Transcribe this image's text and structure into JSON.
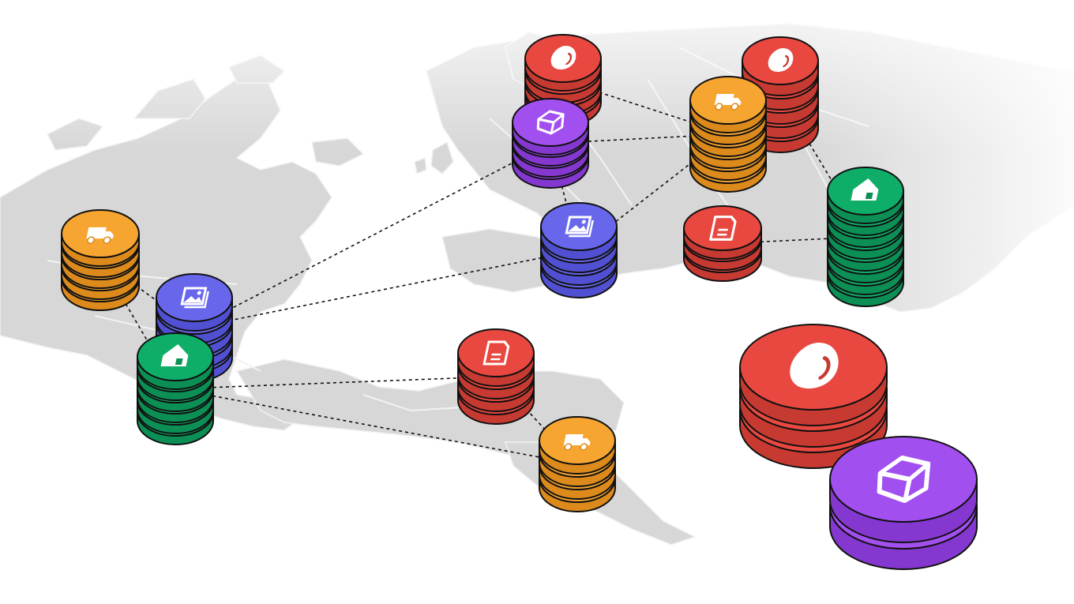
{
  "palette": {
    "background": "#ffffff",
    "land": "#d7d7d7",
    "land_border": "#f2f2f2",
    "outline": "#111111",
    "icon": "#ffffff",
    "link": "#111111"
  },
  "coin_types": {
    "drop": {
      "icon": "drop-icon",
      "color": "#e8483f",
      "shade": "#c73a32"
    },
    "gem": {
      "icon": "gem-icon",
      "color": "#a24ff0",
      "shade": "#8438cf"
    },
    "truck": {
      "icon": "truck-icon",
      "color": "#f6a531",
      "shade": "#dc8a1c"
    },
    "image": {
      "icon": "image-icon",
      "color": "#6867ec",
      "shade": "#5150d2"
    },
    "house": {
      "icon": "house-icon",
      "color": "#0fae68",
      "shade": "#0c8f55"
    },
    "card": {
      "icon": "card-icon",
      "color": "#e8483f",
      "shade": "#c73a32"
    }
  },
  "stacks": [
    {
      "id": "stack-drop-north",
      "type": "drop",
      "coins": 4
    },
    {
      "id": "stack-drop-northeast",
      "type": "drop",
      "coins": 5
    },
    {
      "id": "stack-gem-europe",
      "type": "gem",
      "coins": 4
    },
    {
      "id": "stack-truck-central",
      "type": "truck",
      "coins": 6
    },
    {
      "id": "stack-house-east",
      "type": "house",
      "coins": 8
    },
    {
      "id": "stack-image-central",
      "type": "image",
      "coins": 4
    },
    {
      "id": "stack-card-central",
      "type": "card",
      "coins": 3
    },
    {
      "id": "stack-truck-west",
      "type": "truck",
      "coins": 5
    },
    {
      "id": "stack-image-west",
      "type": "image",
      "coins": 5
    },
    {
      "id": "stack-house-west",
      "type": "house",
      "coins": 6
    },
    {
      "id": "stack-card-south",
      "type": "card",
      "coins": 4
    },
    {
      "id": "stack-truck-south",
      "type": "truck",
      "coins": 4
    },
    {
      "id": "stack-drop-large",
      "type": "drop",
      "coins": 3
    },
    {
      "id": "stack-gem-large",
      "type": "gem",
      "coins": 2
    }
  ],
  "links": [
    [
      "stack-gem-europe",
      "stack-truck-central"
    ],
    [
      "stack-drop-north",
      "stack-truck-central"
    ],
    [
      "stack-gem-europe",
      "stack-image-central"
    ],
    [
      "stack-truck-central",
      "stack-image-central"
    ],
    [
      "stack-drop-northeast",
      "stack-house-east"
    ],
    [
      "stack-card-central",
      "stack-house-east"
    ],
    [
      "stack-image-central",
      "stack-image-west"
    ],
    [
      "stack-gem-europe",
      "stack-image-west"
    ],
    [
      "stack-truck-west",
      "stack-image-west"
    ],
    [
      "stack-truck-west",
      "stack-house-west"
    ],
    [
      "stack-house-west",
      "stack-card-south"
    ],
    [
      "stack-card-south",
      "stack-truck-south"
    ],
    [
      "stack-house-west",
      "stack-truck-south"
    ]
  ]
}
